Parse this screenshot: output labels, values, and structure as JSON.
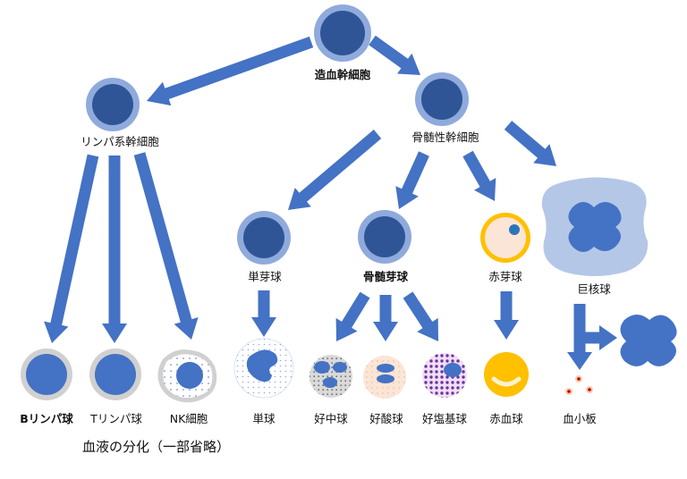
{
  "nodes": {
    "hsc": "造血幹細胞",
    "lymphoid_stem": "リンパ系幹細胞",
    "myeloid_stem": "骨髄性幹細胞",
    "monoblast": "単芽球",
    "myeloblast": "骨髄芽球",
    "erythroblast": "赤芽球",
    "megakaryocyte": "巨核球",
    "b_lymphocyte": "Bリンパ球",
    "t_lymphocyte": "Tリンパ球",
    "nk_cell": "NK細胞",
    "monocyte": "単球",
    "neutrophil": "好中球",
    "eosinophil": "好酸球",
    "basophil": "好塩基球",
    "erythrocyte": "赤血球",
    "platelet": "血小板"
  },
  "caption": "血液の分化（一部省略）",
  "colors": {
    "arrow": "#4472c4",
    "cell_nucleus": "#2f5597",
    "cell_ring": "#8faadc",
    "lymph_fill": "#4472c4",
    "lymph_ring": "#c9c9c9",
    "mega_body": "#b4c7e7",
    "erythro_ring": "#ffc000",
    "erythro_fill": "#fbe5d6"
  }
}
